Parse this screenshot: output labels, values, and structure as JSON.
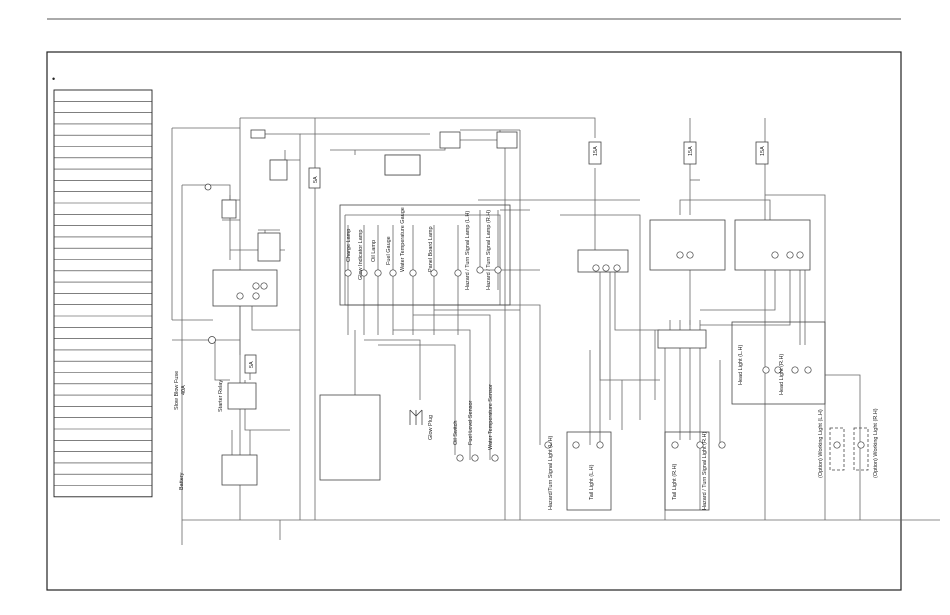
{
  "fuses": {
    "glow_main": "40A",
    "f5a_left": "5A",
    "f5a_mid": "5A",
    "f15a_a": "15A",
    "f15a_b": "15A",
    "f15a_c": "15A"
  },
  "labels": {
    "slow_blow_fuse": "Slow Blow Fuse",
    "starter_relay": "Starter Relay",
    "battery": "Battery",
    "charge_lamp": "Charge Lamp",
    "glow_indicator_lamp": "Glow Indicator Lamp",
    "oil_lamp": "Oil Lamp",
    "fuel_gauge": "Fuel Gauge",
    "water_temp_gauge": "Water Temperature Gauge",
    "panel_board_lamp": "Panel Board Lamp",
    "hazard_turn_lh": "Hazard / Turn Signal Lamp (L.H)",
    "hazard_turn_rh": "Hazard / Turn Signal Lamp (R.H)",
    "glow_plug": "Glow Plug",
    "oil_switch": "Oil Switch",
    "fuel_level_sensor": "Fuel Level Sensor",
    "water_temp_sensor": "Water Temperature Sensor",
    "hazard_turn_light_lh": "Hazard/Turn Signal Light (L.H)",
    "tail_light_lh": "Tail Light (L.H)",
    "tail_light_rh": "Tail Light (R.H)",
    "hazard_turn_light_rh": "Hazard / Turn Signal Light (R.H)",
    "head_light_lh": "Head Light (L.H)",
    "head_light_rh": "Head Light (R.H)",
    "working_light_lh": "(Option) Working Light (L.H)",
    "working_light_rh": "(Option) Working Light (R.H)"
  },
  "legend": {
    "bullet": "•"
  }
}
